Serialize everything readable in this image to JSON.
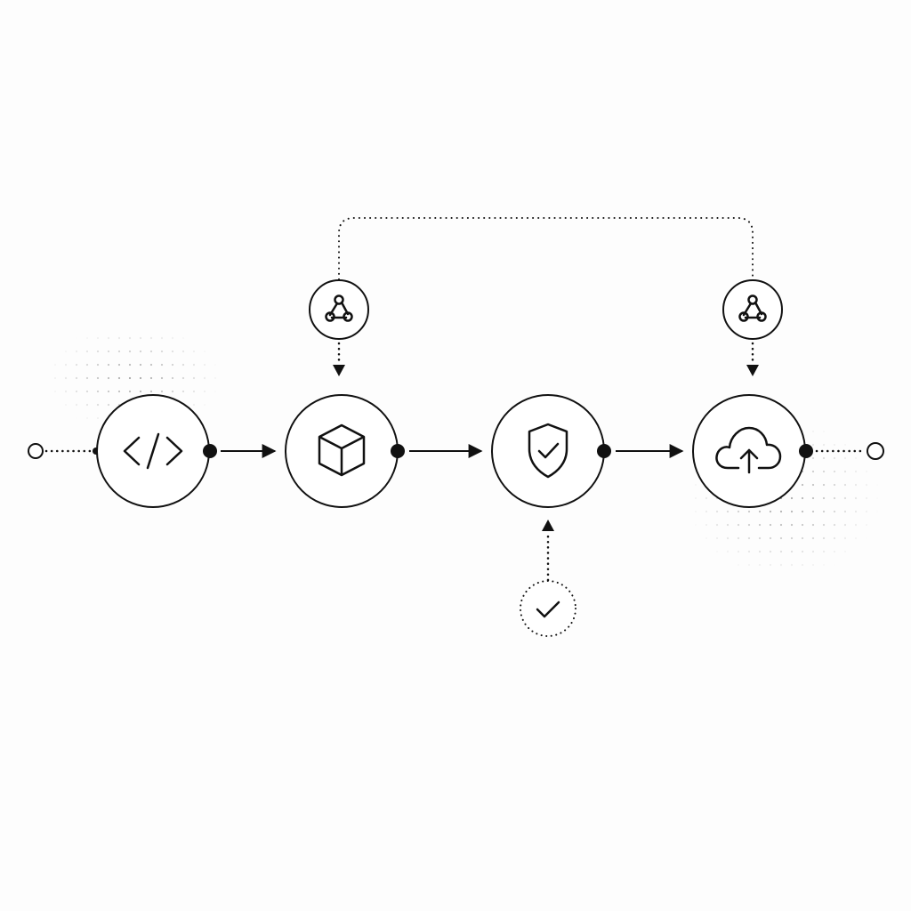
{
  "colors": {
    "background": "#fdfdfd",
    "stroke": "#111111",
    "grid_dots": "#9a9a9a"
  },
  "pipeline": {
    "input_terminal": {
      "icon": "open-circle-icon"
    },
    "output_terminal": {
      "icon": "open-circle-icon"
    },
    "stages": [
      {
        "id": "code",
        "icon": "code-icon"
      },
      {
        "id": "build",
        "icon": "cube-icon"
      },
      {
        "id": "security",
        "icon": "shield-check-icon"
      },
      {
        "id": "deploy",
        "icon": "cloud-upload-icon"
      }
    ],
    "triggers": [
      {
        "id": "webhook-build",
        "icon": "webhook-icon",
        "target": "build"
      },
      {
        "id": "webhook-deploy",
        "icon": "webhook-icon",
        "target": "deploy"
      }
    ],
    "approval": {
      "icon": "check-icon",
      "target": "security"
    }
  }
}
